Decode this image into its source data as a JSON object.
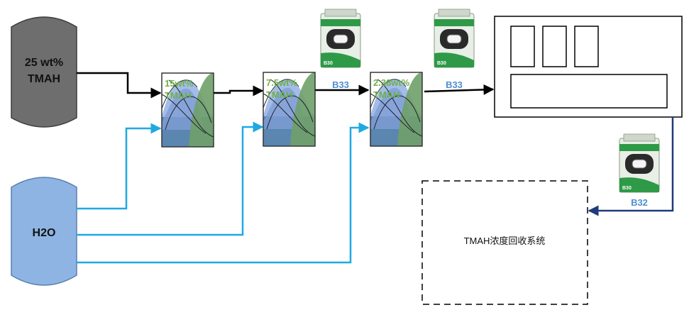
{
  "tanks": {
    "tmah": {
      "line1": "25 wt%",
      "line2": "TMAH"
    },
    "water": {
      "label": "H2O"
    }
  },
  "mixers": [
    {
      "label_line1": "15wt%",
      "label_line2": "TMAH"
    },
    {
      "label_line1": "7.5wt%",
      "label_line2": "TMAH"
    },
    {
      "label_line1": "2.38wt%",
      "label_line2": "TMAH"
    }
  ],
  "sensors": [
    {
      "device_badge": "B30",
      "label": "B33"
    },
    {
      "device_badge": "B30",
      "label": "B33"
    },
    {
      "device_badge": "B30",
      "label": "B32"
    }
  ],
  "recovery_system": {
    "label": "TMAH浓度回收系统"
  },
  "colors": {
    "tmah_tank": "#6e6e6e",
    "water_tank": "#8eb4e3",
    "black_line": "#000000",
    "water_line": "#1fa9e1",
    "return_line": "#1f3b7a",
    "label_blue": "#4f8fd0",
    "label_green": "#6fb04b"
  }
}
